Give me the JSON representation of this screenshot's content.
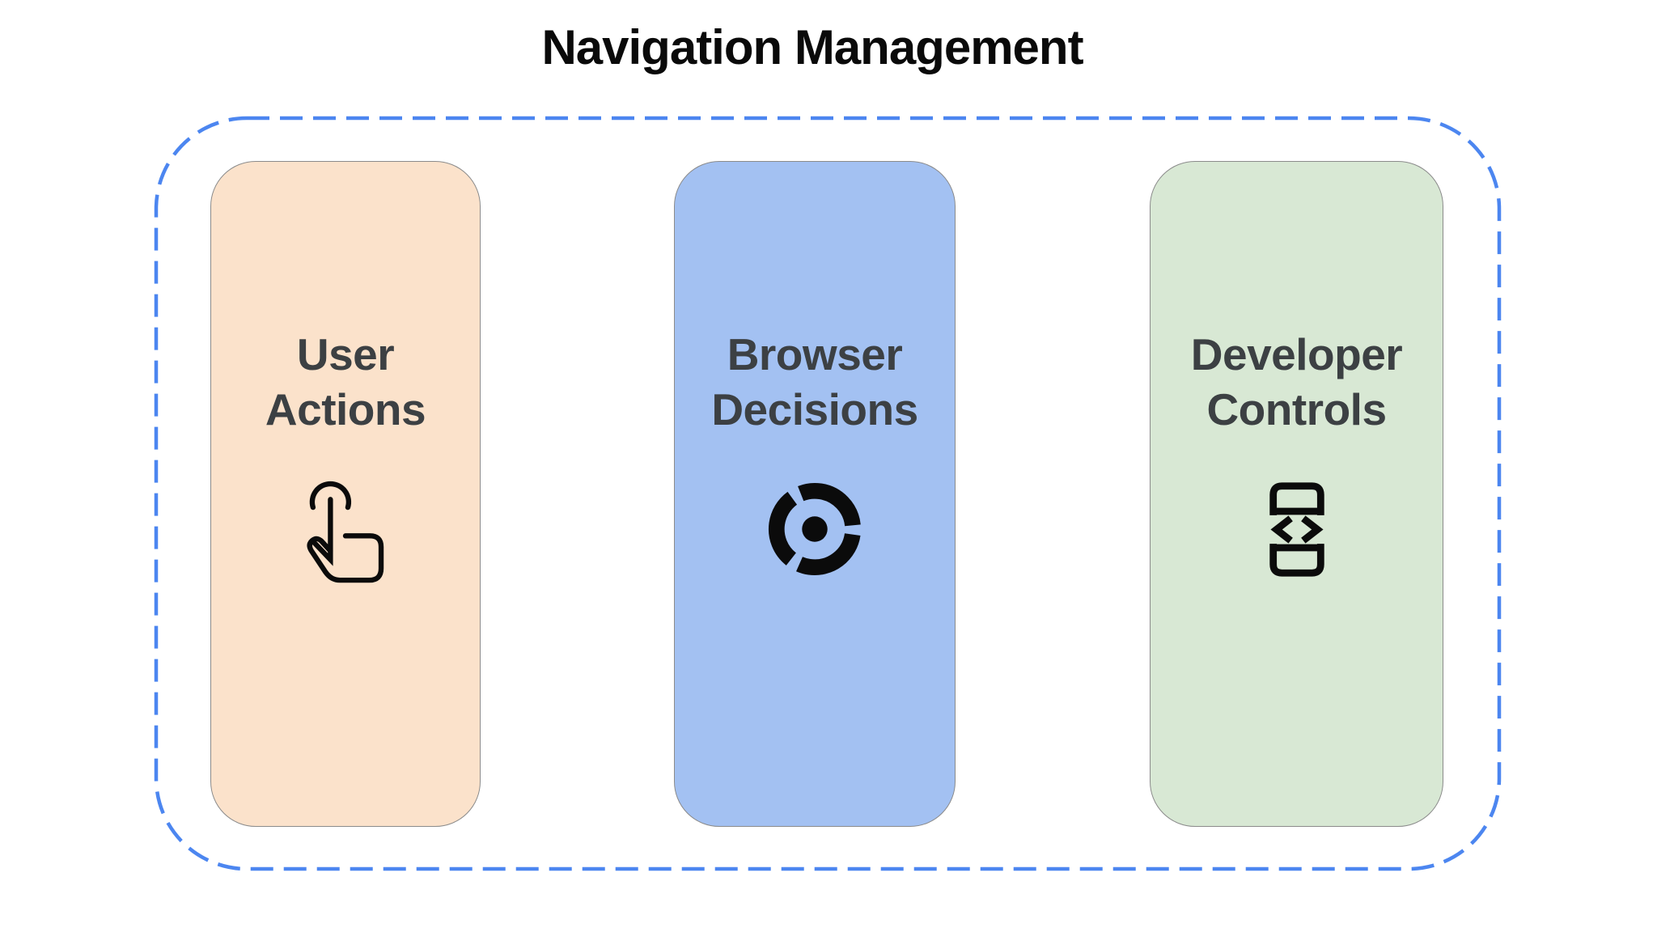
{
  "title": "Navigation Management",
  "frame": {
    "border_color": "#4C86F0",
    "style": "dashed"
  },
  "colors": {
    "title": "#0a0a0a",
    "label": "#3c4043",
    "icon": "#0b0b0b",
    "card_border": "#8b8b8b"
  },
  "cards": [
    {
      "label_line1": "User",
      "label_line2": "Actions",
      "bg_color": "#FBE2CB",
      "icon": "tap-gesture-icon"
    },
    {
      "label_line1": "Browser",
      "label_line2": "Decisions",
      "bg_color": "#A3C1F2",
      "icon": "chrome-browser-icon"
    },
    {
      "label_line1": "Developer",
      "label_line2": "Controls",
      "bg_color": "#D8E8D4",
      "icon": "developer-mode-icon"
    }
  ]
}
